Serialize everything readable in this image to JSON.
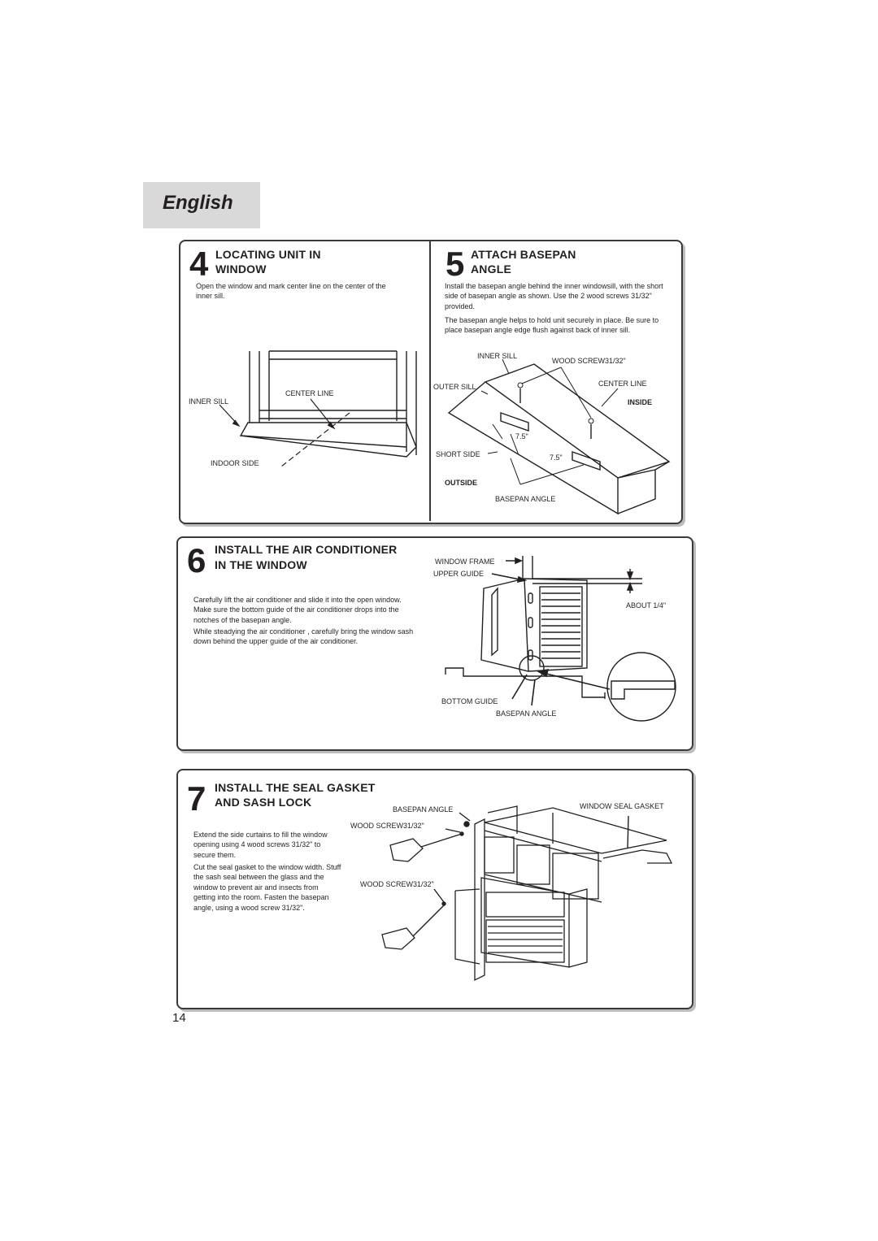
{
  "header": {
    "language_tab": "English"
  },
  "step4": {
    "number": "4",
    "title_line1": "LOCATING UNIT IN",
    "title_line2": "WINDOW",
    "text": "Open the window and mark center line on the center of the inner sill.",
    "labels": {
      "inner_sill": "INNER SILL",
      "center_line": "CENTER LINE",
      "indoor_side": "INDOOR SIDE"
    }
  },
  "step5": {
    "number": "5",
    "title_line1": "ATTACH BASEPAN",
    "title_line2": "ANGLE",
    "text1": "Install the basepan angle behind the inner windowsill, with the short side of basepan angle as shown. Use the 2 wood screws  31/32\" provided.",
    "text2": "The basepan angle helps to hold unit securely in place. Be sure to place basepan angle edge flush against back of inner sill.",
    "labels": {
      "inner_sill": "INNER SILL",
      "wood_screw": "WOOD SCREW31/32\"",
      "outer_sill": "OUTER SILL",
      "center_line": "CENTER LINE",
      "inside": "INSIDE",
      "dim1": "7.5\"",
      "short_side": "SHORT SIDE",
      "dim2": "7.5\"",
      "outside": "OUTSIDE",
      "basepan_angle": "BASEPAN ANGLE"
    }
  },
  "step6": {
    "number": "6",
    "title_line1": "INSTALL THE AIR CONDITIONER",
    "title_line2": "IN THE WINDOW",
    "text1": "Carefully lift the air conditioner and slide it into the open window. Make sure the bottom guide of the air conditioner drops into the notches of the basepan angle.",
    "text2": "While steadying the air conditioner , carefully bring the window sash down behind the upper guide of the air conditioner.",
    "labels": {
      "window_frame": "WINDOW FRAME",
      "upper_guide": "UPPER GUIDE",
      "about": "ABOUT 1/4\"",
      "bottom_guide": "BOTTOM GUIDE",
      "basepan_angle": "BASEPAN ANGLE"
    }
  },
  "step7": {
    "number": "7",
    "title_line1": "INSTALL THE SEAL GASKET",
    "title_line2": "AND SASH LOCK",
    "text1": "Extend the side curtains to fill the window opening using 4  wood screws 31/32\" to secure them.",
    "text2": "Cut the seal gasket to the window width. Stuff the sash seal between the glass and the window to prevent air and insects from getting into the room. Fasten the basepan angle, using a wood screw 31/32\".",
    "labels": {
      "basepan_angle": "BASEPAN ANGLE",
      "window_seal_gasket": "WINDOW SEAL GASKET",
      "wood_screw_1": "WOOD SCREW31/32\"",
      "wood_screw_2": "WOOD SCREW31/32\""
    }
  },
  "footer": {
    "page_number": "14"
  }
}
